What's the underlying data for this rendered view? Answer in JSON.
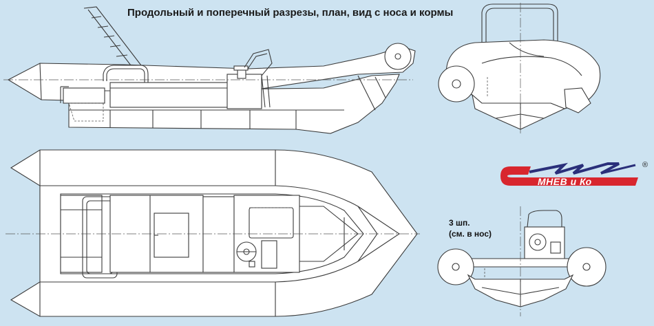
{
  "title": "Продольный и поперечный разрезы, план, вид с носа и кормы",
  "note": {
    "line1": "3 шп.",
    "line2": "(см. в нос)"
  },
  "logo": {
    "brand_text": "МНЕВ и Ко",
    "registered_mark": "®",
    "red": "#d8262e",
    "dark": "#2a2f7a"
  },
  "colors": {
    "background": "#cde3f1",
    "line": "#3a3a3a",
    "fill": "#ffffff"
  }
}
